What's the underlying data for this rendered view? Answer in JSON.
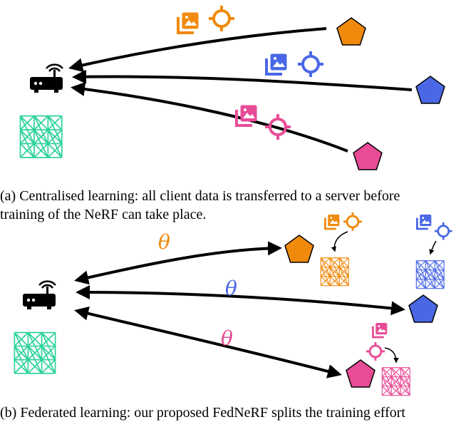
{
  "captions": {
    "a_line1": "(a) Centralised learning: all client data is transferred to a server before",
    "a_line2": "training of the NeRF can take place.",
    "b_line1": "(b) Federated learning: our proposed FedNeRF splits the training effort"
  },
  "theta_labels": [
    "θ",
    "θ",
    "θ"
  ],
  "colors": {
    "orange": "#f08a0c",
    "blue": "#4a68e6",
    "pink": "#e84c96",
    "green": "#2ed39a",
    "black": "#000000"
  },
  "icons": [
    "router-icon",
    "neural-network-icon",
    "image-stack-icon",
    "crosshair-icon",
    "pentagon-client-icon"
  ]
}
